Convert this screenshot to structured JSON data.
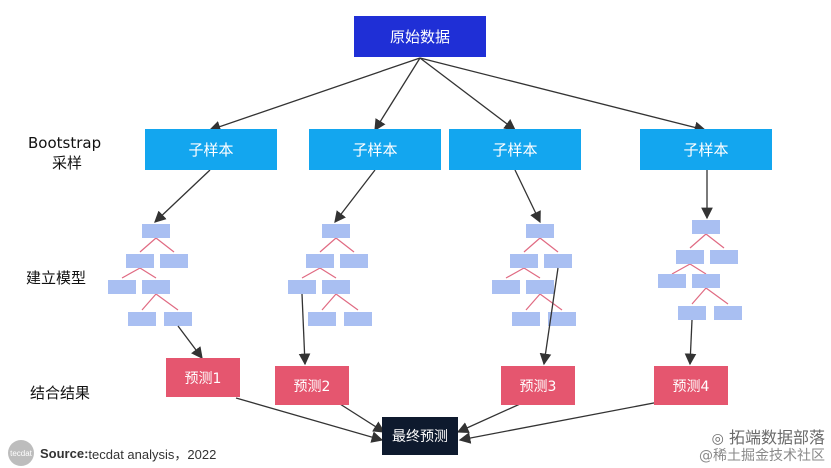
{
  "root": "原始数据",
  "row_labels": {
    "bootstrap_line1": "Bootstrap",
    "bootstrap_line2": "采样",
    "build_model": "建立模型",
    "combine": "结合结果"
  },
  "samples": [
    "子样本",
    "子样本",
    "子样本",
    "子样本"
  ],
  "predictions": [
    "预测1",
    "预测2",
    "预测3",
    "预测4"
  ],
  "final": "最终预测",
  "footer": {
    "logo_text": "tecdat",
    "source_label": "Source:",
    "source_text": " tecdat analysis，2022"
  },
  "watermark": {
    "line1": "拓端数据部落",
    "line2": "@稀土掘金技术社区"
  },
  "colors": {
    "root": "#1f2fd6",
    "sample": "#13a6ef",
    "tree_node": "#a9bff2",
    "tree_edge": "#e06a82",
    "prediction": "#e5566f",
    "final": "#0e1a2e",
    "arrow": "#333333"
  }
}
